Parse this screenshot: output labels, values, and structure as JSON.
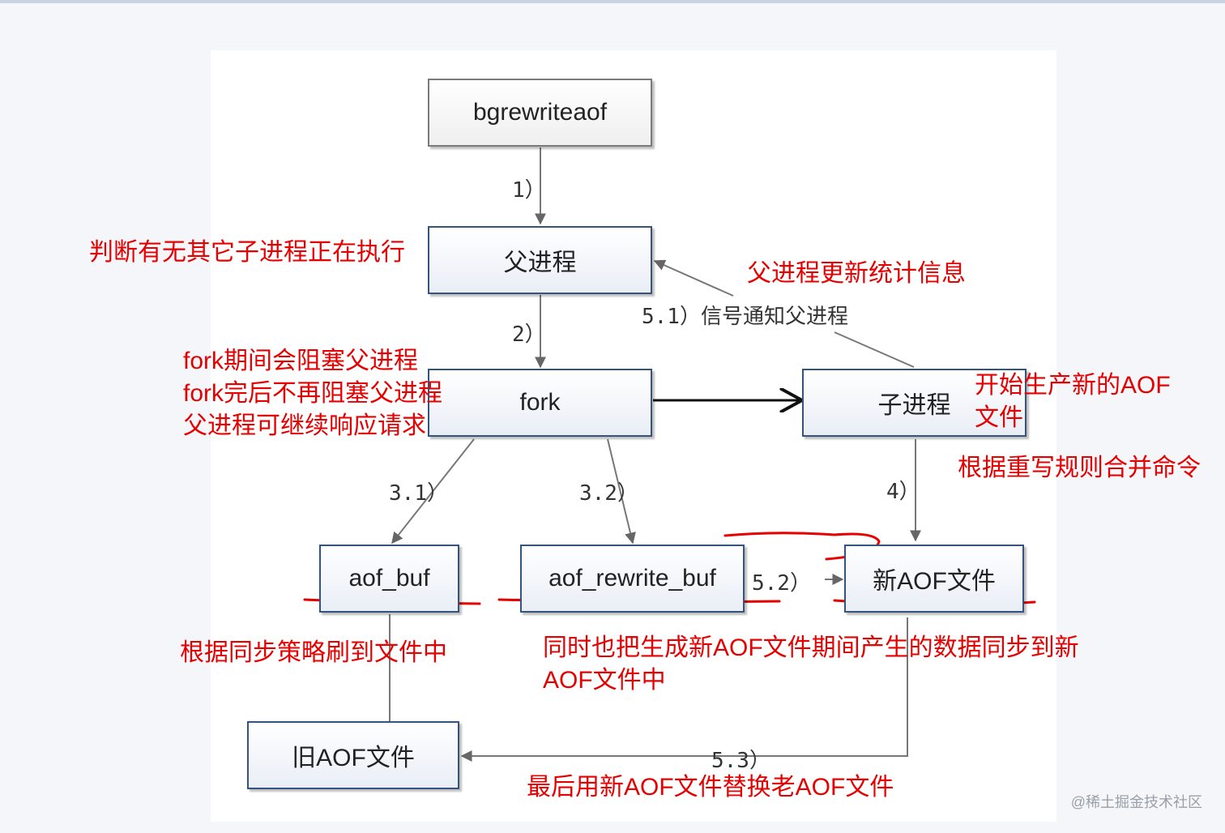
{
  "boxes": {
    "bgrewriteaof": "bgrewriteaof",
    "parent": "父进程",
    "fork": "fork",
    "child": "子进程",
    "aof_buf": "aof_buf",
    "aof_rewrite_buf": "aof_rewrite_buf",
    "new_aof": "新AOF文件",
    "old_aof": "旧AOF文件"
  },
  "steps": {
    "s1": "1）",
    "s2": "2）",
    "s3_1": "3.1）",
    "s3_2": "3.2）",
    "s4": "4）",
    "s5_1": "5.1）信号通知父进程",
    "s5_2": "5.2）",
    "s5_3": "5.3）"
  },
  "notes": {
    "check_child": "判断有无其它子进程正在执行",
    "update_stats": "父进程更新统计信息",
    "fork_line1": "fork期间会阻塞父进程",
    "fork_line2": "fork完后不再阻塞父进程",
    "fork_line3": "父进程可继续响应请求",
    "start_new_line1": "开始生产新的AOF",
    "start_new_line2": "文件",
    "merge_rules": "根据重写规则合并命令",
    "sync_policy": "根据同步策略刷到文件中",
    "sync_new_line1": "同时也把生成新AOF文件期间产生的数据同步到新",
    "sync_new_line2": "AOF文件中",
    "replace": "最后用新AOF文件替换老AOF文件"
  },
  "watermark": "@稀土掘金技术社区",
  "colors": {
    "annotation": "#e60000",
    "box_border": "#35537d",
    "arrow": "#666666"
  }
}
